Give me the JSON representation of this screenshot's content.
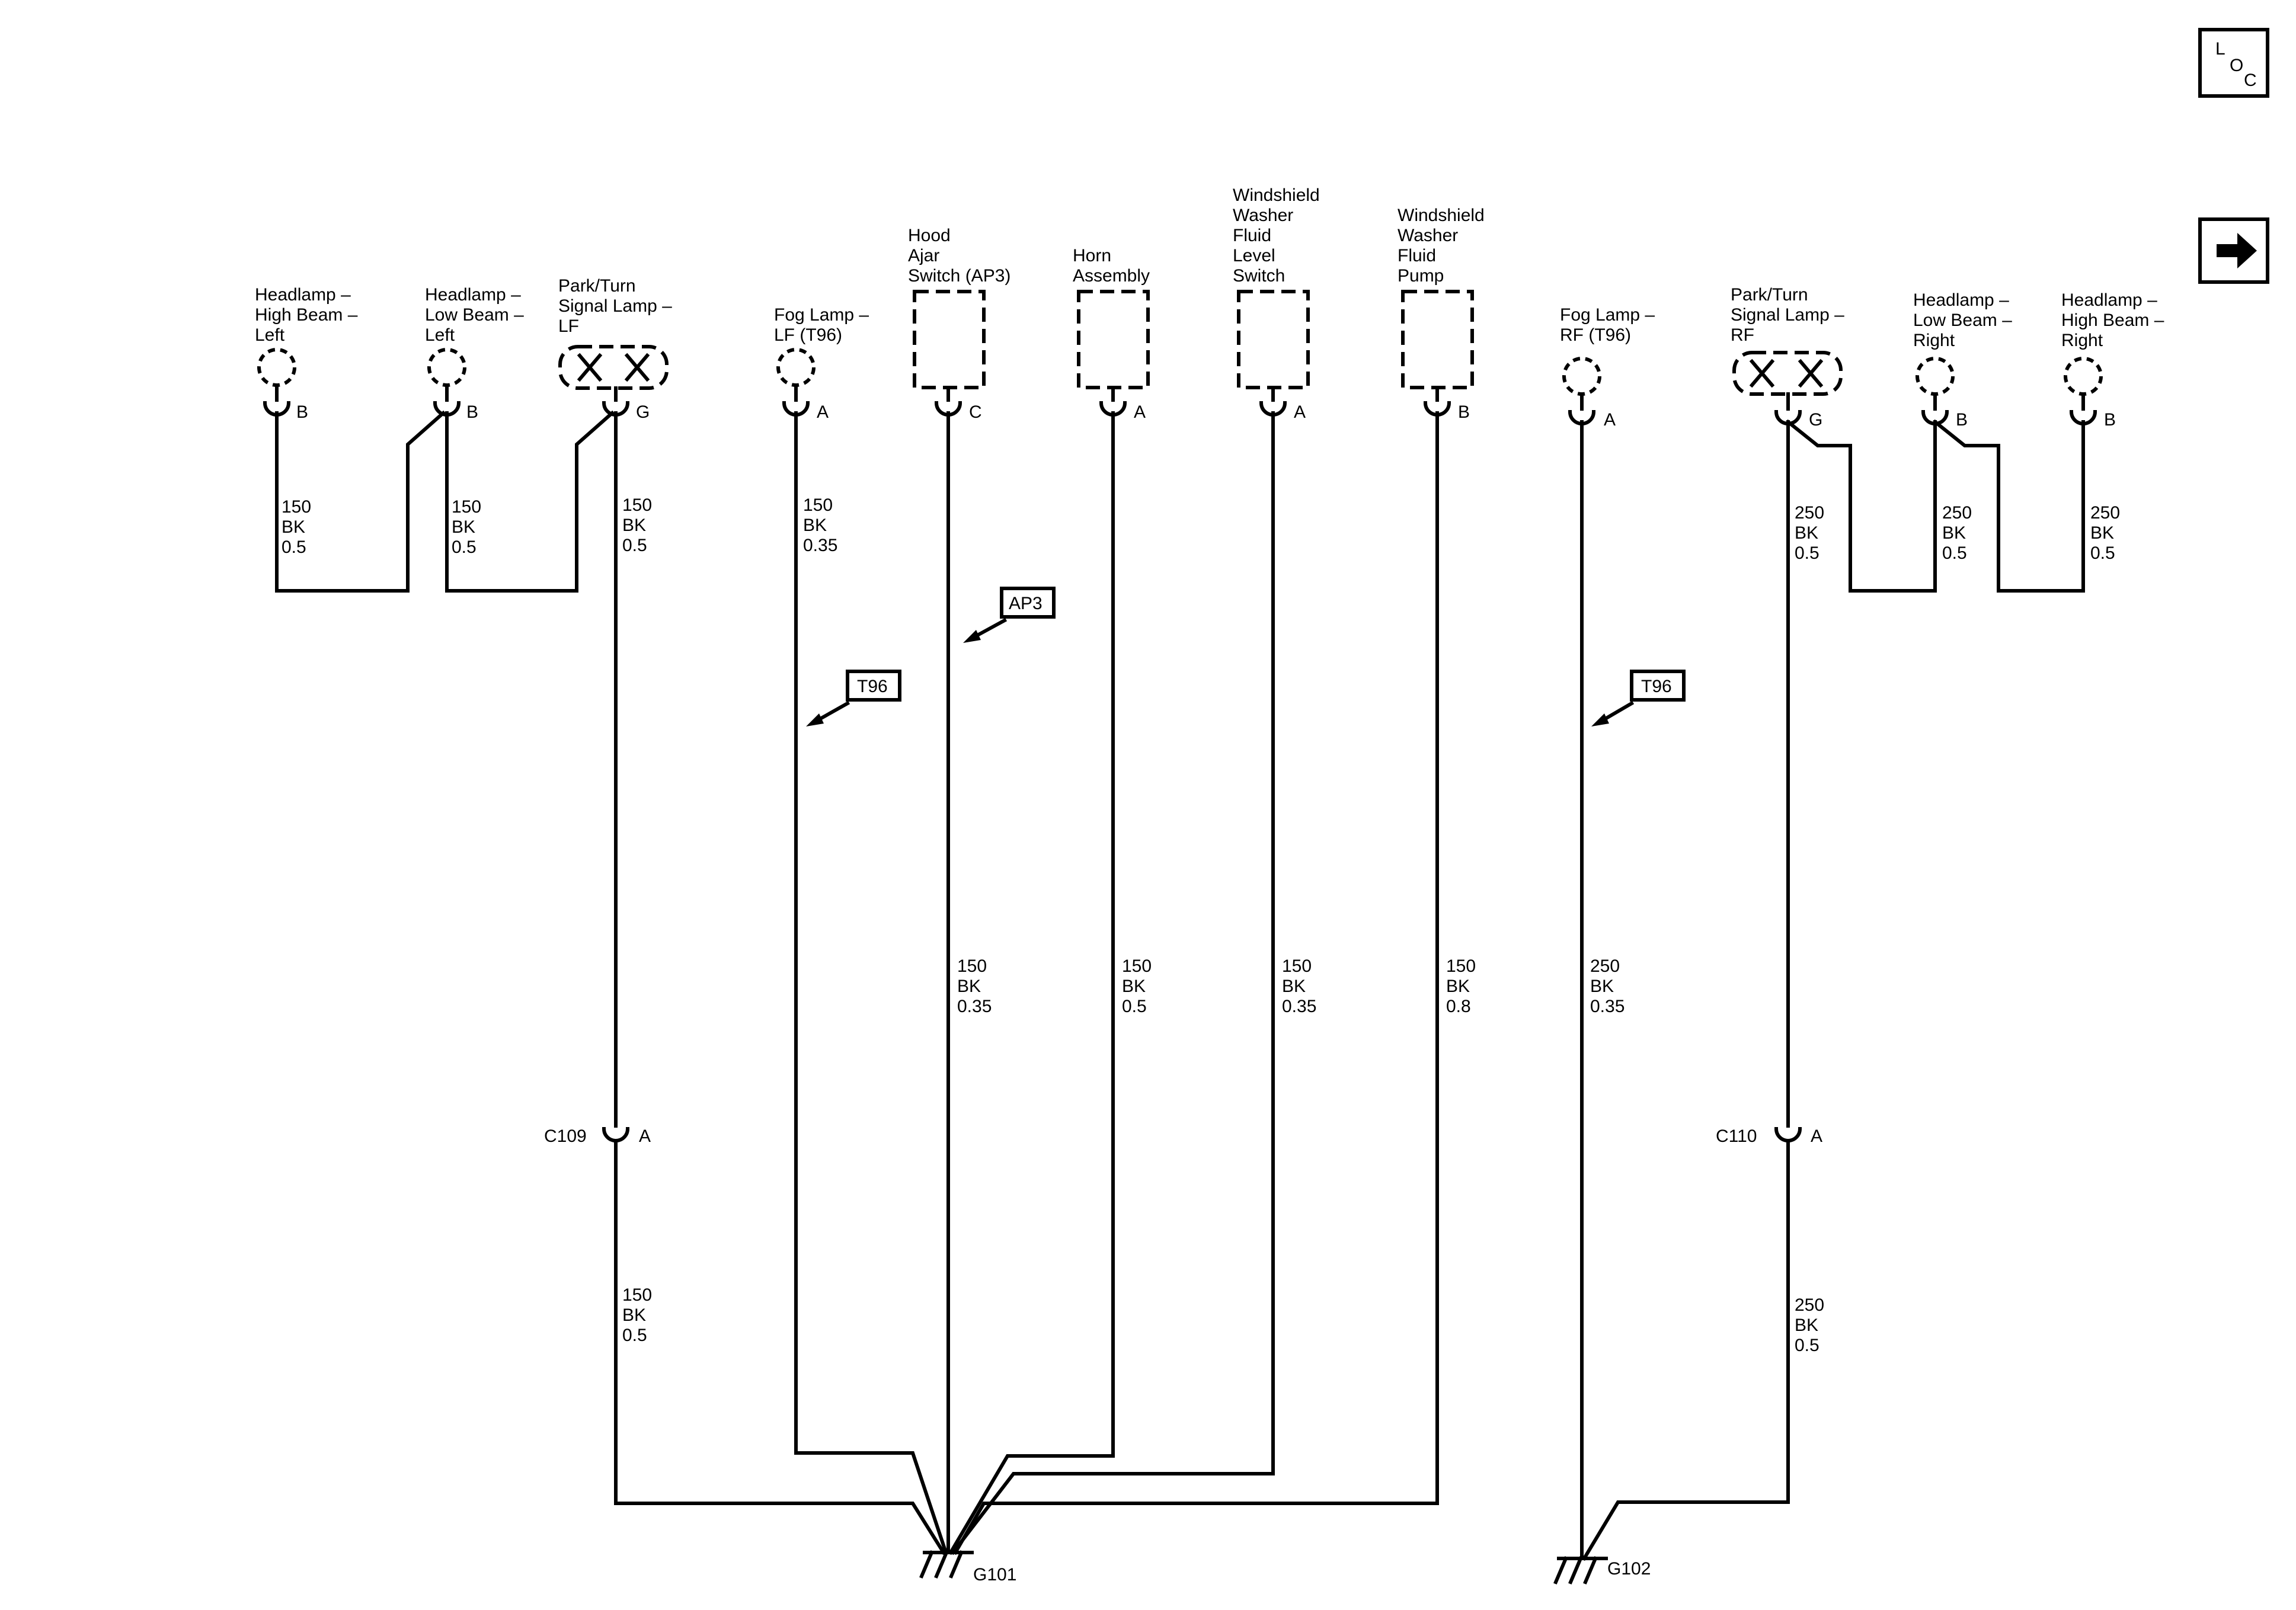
{
  "nav": {
    "loc_label": "LOC",
    "loc_letters": [
      "L",
      "O",
      "C"
    ],
    "next_icon": "arrow-right-icon"
  },
  "components": [
    {
      "id": "hl-hb-left",
      "lines": [
        "Headlamp –",
        "High Beam –",
        "Left"
      ],
      "pin": "B",
      "wire": [
        "150",
        "BK",
        "0.5"
      ]
    },
    {
      "id": "hl-lb-left",
      "lines": [
        "Headlamp –",
        "Low Beam –",
        "Left"
      ],
      "pin": "B",
      "wire": [
        "150",
        "BK",
        "0.5"
      ]
    },
    {
      "id": "pt-lf",
      "lines": [
        "Park/Turn",
        "Signal Lamp –",
        "LF"
      ],
      "pin": "G",
      "wire": [
        "150",
        "BK",
        "0.5"
      ]
    },
    {
      "id": "fog-lf",
      "lines": [
        "Fog Lamp –",
        "LF (T96)"
      ],
      "pin": "A",
      "wire": [
        "150",
        "BK",
        "0.35"
      ]
    },
    {
      "id": "hood",
      "lines": [
        "Hood",
        "Ajar",
        "Switch (AP3)"
      ],
      "pin": "C",
      "wire": [
        "150",
        "BK",
        "0.35"
      ]
    },
    {
      "id": "horn",
      "lines": [
        "Horn",
        "Assembly"
      ],
      "pin": "A",
      "wire": [
        "150",
        "BK",
        "0.5"
      ]
    },
    {
      "id": "wwfls",
      "lines": [
        "Windshield",
        "Washer",
        "Fluid",
        "Level",
        "Switch"
      ],
      "pin": "A",
      "wire": [
        "150",
        "BK",
        "0.35"
      ]
    },
    {
      "id": "wwfp",
      "lines": [
        "Windshield",
        "Washer",
        "Fluid",
        "Pump"
      ],
      "pin": "B",
      "wire": [
        "150",
        "BK",
        "0.8"
      ]
    },
    {
      "id": "fog-rf",
      "lines": [
        "Fog Lamp –",
        "RF (T96)"
      ],
      "pin": "A",
      "wire": [
        "250",
        "BK",
        "0.35"
      ]
    },
    {
      "id": "pt-rf",
      "lines": [
        "Park/Turn",
        "Signal Lamp –",
        "RF"
      ],
      "pin": "G",
      "wire": [
        "250",
        "BK",
        "0.5"
      ]
    },
    {
      "id": "hl-lb-right",
      "lines": [
        "Headlamp –",
        "Low Beam –",
        "Right"
      ],
      "pin": "B",
      "wire": [
        "250",
        "BK",
        "0.5"
      ]
    },
    {
      "id": "hl-hb-right",
      "lines": [
        "Headlamp –",
        "High Beam –",
        "Right"
      ],
      "pin": "B",
      "wire": [
        "250",
        "BK",
        "0.5"
      ]
    }
  ],
  "inline_connectors": [
    {
      "id": "c109",
      "name": "C109",
      "pin": "A",
      "wire_below": [
        "150",
        "BK",
        "0.5"
      ]
    },
    {
      "id": "c110",
      "name": "C110",
      "pin": "A",
      "wire_below": [
        "250",
        "BK",
        "0.5"
      ]
    }
  ],
  "option_tags": [
    {
      "id": "ap3",
      "text": "AP3"
    },
    {
      "id": "t96-left",
      "text": "T96"
    },
    {
      "id": "t96-right",
      "text": "T96"
    }
  ],
  "grounds": [
    {
      "id": "g101",
      "name": "G101"
    },
    {
      "id": "g102",
      "name": "G102"
    }
  ]
}
